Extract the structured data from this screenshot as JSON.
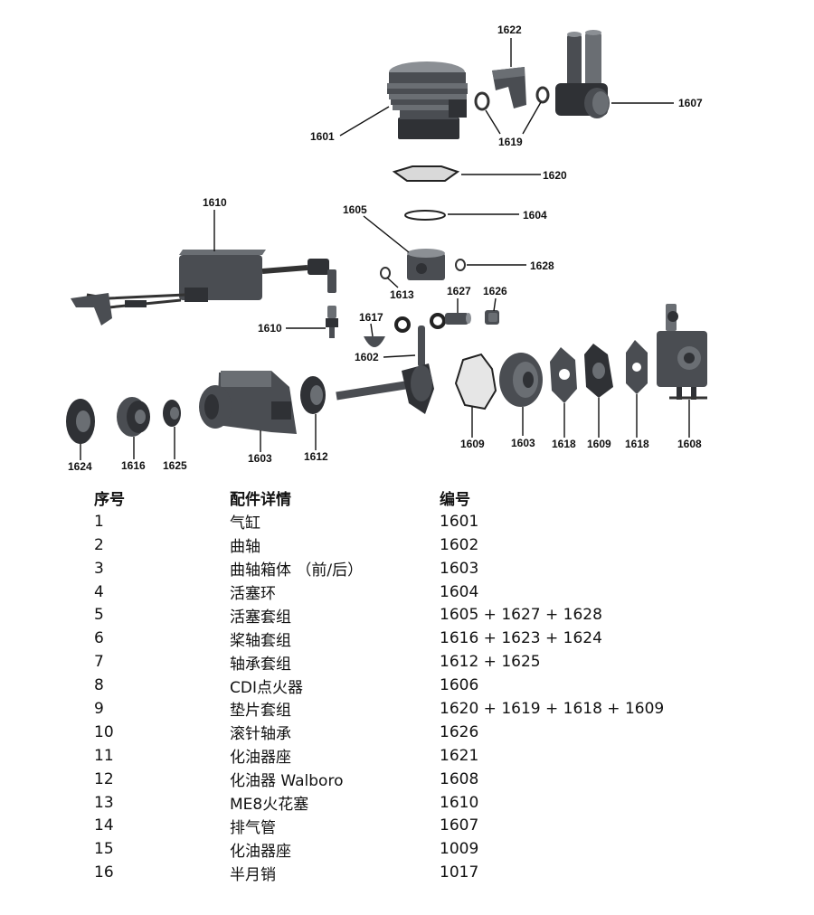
{
  "callouts": {
    "c1601": "1601",
    "c1622": "1622",
    "c1607": "1607",
    "c1619": "1619",
    "c1620": "1620",
    "c1604": "1604",
    "c1605": "1605",
    "c1610a": "1610",
    "c1628": "1628",
    "c1613": "1613",
    "c1627": "1627",
    "c1626": "1626",
    "c1610b": "1610",
    "c1617": "1617",
    "c1602": "1602",
    "c1609a": "1609",
    "c1603a": "1603",
    "c1618a": "1618",
    "c1609b": "1609",
    "c1618b": "1618",
    "c1608": "1608",
    "c1624": "1624",
    "c1616": "1616",
    "c1625": "1625",
    "c1603b": "1603",
    "c1612": "1612"
  },
  "table": {
    "headers": {
      "seq": "序号",
      "detail": "配件详情",
      "code": "编号"
    },
    "rows": [
      {
        "seq": "1",
        "detail": "气缸",
        "code": "1601"
      },
      {
        "seq": "2",
        "detail": "曲轴",
        "code": "1602"
      },
      {
        "seq": "3",
        "detail": "曲轴箱体 （前/后）",
        "code": "1603"
      },
      {
        "seq": "4",
        "detail": "活塞环",
        "code": "1604"
      },
      {
        "seq": "5",
        "detail": "活塞套组",
        "code": "1605 + 1627 + 1628"
      },
      {
        "seq": "6",
        "detail": "桨轴套组",
        "code": "1616 + 1623 + 1624"
      },
      {
        "seq": "7",
        "detail": "轴承套组",
        "code": "1612 + 1625"
      },
      {
        "seq": "8",
        "detail": "CDI点火器",
        "code": "1606"
      },
      {
        "seq": "9",
        "detail": "垫片套组",
        "code": "1620 + 1619 + 1618 + 1609"
      },
      {
        "seq": "10",
        "detail": "滚针轴承",
        "code": "1626"
      },
      {
        "seq": "11",
        "detail": "化油器座",
        "code": "1621"
      },
      {
        "seq": "12",
        "detail": "化油器 Walboro",
        "code": "1608"
      },
      {
        "seq": "13",
        "detail": "ME8火花塞",
        "code": "1610"
      },
      {
        "seq": "14",
        "detail": "排气管",
        "code": "1607"
      },
      {
        "seq": "15",
        "detail": "化油器座",
        "code": "1009"
      },
      {
        "seq": "16",
        "detail": "半月销",
        "code": "1017"
      }
    ]
  }
}
